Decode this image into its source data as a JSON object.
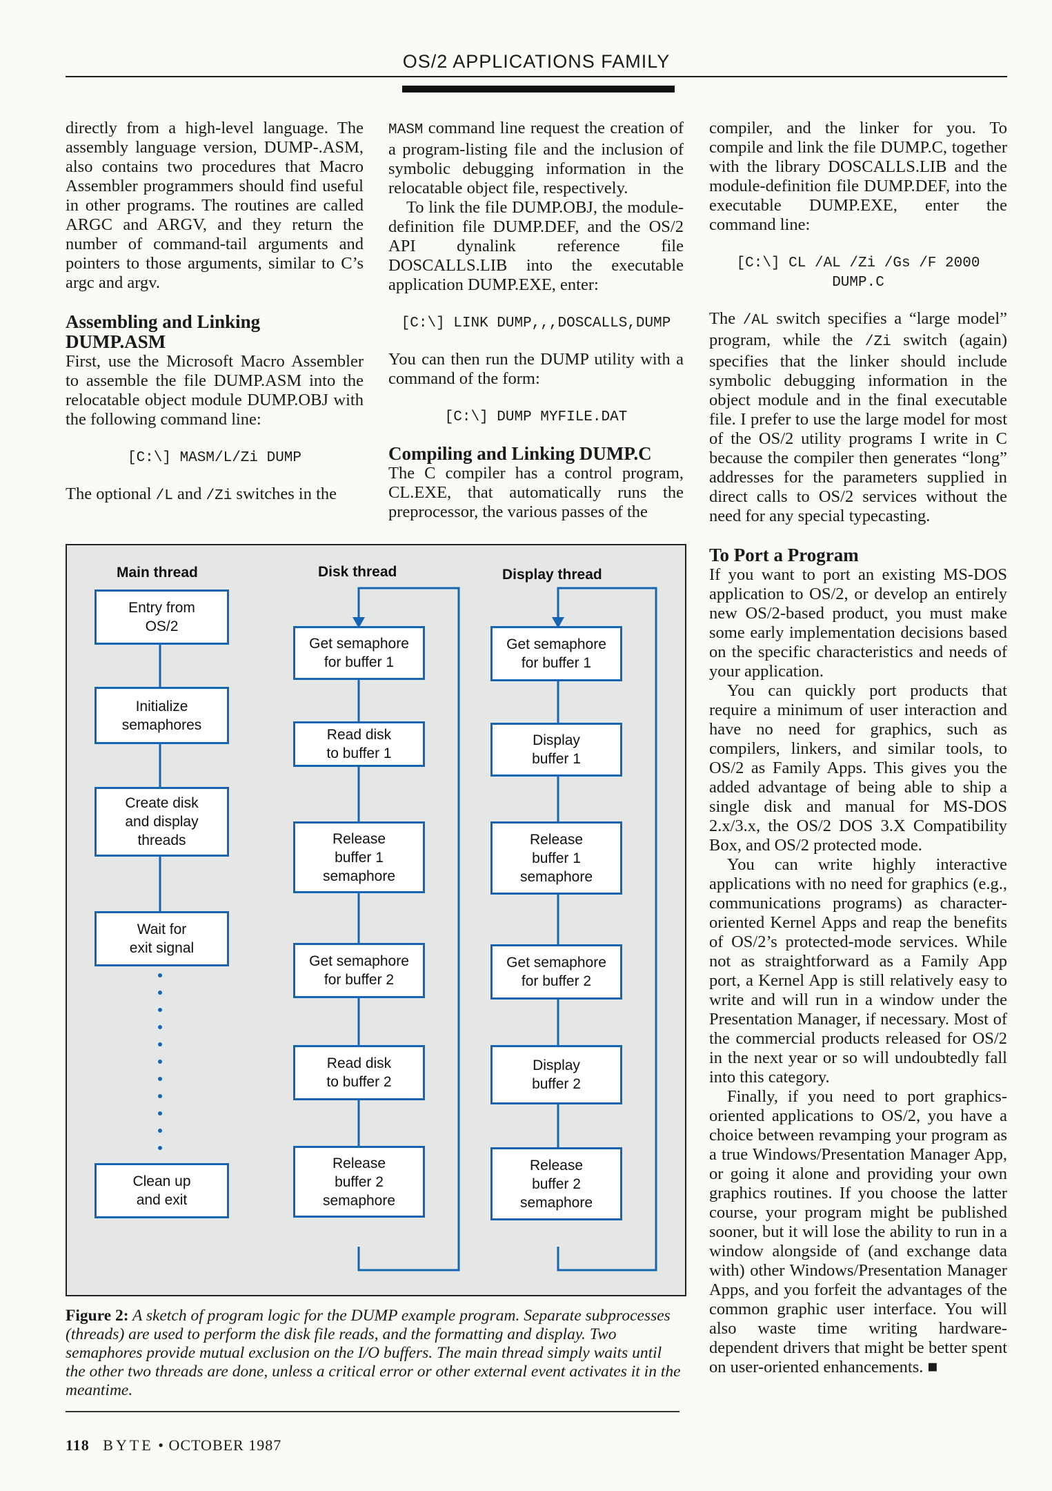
{
  "header": {
    "title": "OS/2 APPLICATIONS FAMILY"
  },
  "col1": {
    "p1": "directly from a high-level language. The assembly language version, DUMP-.ASM, also contains two procedures that Macro Assembler programmers should find useful in other programs. The routines are called ARGC and ARGV, and they return the number of command-tail arguments and pointers to those arguments, similar to C’s argc and argv.",
    "h_assemble": "Assembling and Linking DUMP.ASM",
    "p2": "First, use the Microsoft Macro Assembler to assemble the file DUMP.ASM into the relocatable object module DUMP.OBJ with the following command line:",
    "cmd1": "[C:\\] MASM/L/Zi DUMP",
    "p3_a": "The optional ",
    "p3_b": "/L",
    "p3_c": " and ",
    "p3_d": "/Zi",
    "p3_e": " switches in the"
  },
  "col2": {
    "p1_a": "MASM",
    "p1_b": " command line request the creation of a program-listing file and the inclusion of symbolic debugging information in the relocatable object file, respectively.",
    "p2": "To link the file DUMP.OBJ, the module-definition file DUMP.DEF, and the OS/2 API dynalink reference file DOSCALLS.LIB into the executable application DUMP.EXE, enter:",
    "cmd2": "[C:\\] LINK DUMP,,,DOSCALLS,DUMP",
    "p3": "You can then run the DUMP utility with a command of the form:",
    "cmd3": "[C:\\] DUMP MYFILE.DAT",
    "h_compile": "Compiling and Linking DUMP.C",
    "p4": "The C compiler has a control program, CL.EXE, that automatically runs the preprocessor, the various passes of the"
  },
  "col3": {
    "p1": "compiler, and the linker for you. To compile and link the file DUMP.C, together with the library DOSCALLS.LIB and the module-definition file DUMP.DEF, into the executable DUMP.EXE, enter the command line:",
    "cmd4a": "[C:\\] CL /AL /Zi /Gs /F 2000",
    "cmd4b": "DUMP.C",
    "p2_a": "The ",
    "p2_b": "/AL",
    "p2_c": " switch specifies a “large model” program, while the ",
    "p2_d": "/Zi",
    "p2_e": " switch (again) specifies that the linker should include symbolic debugging information in the object module and in the final executable file. I prefer to use the large model for most of the OS/2 utility programs I write in C because the compiler then generates “long” addresses for the parameters supplied in direct calls to OS/2 services without the need for any special typecasting.",
    "h_port": "To Port a Program",
    "p3": "If you want to port an existing MS-DOS application to OS/2, or develop an entirely new OS/2-based product, you must make some early implementation decisions based on the specific characteristics and needs of your application.",
    "p4": "You can quickly port products that require a minimum of user interaction and have no need for graphics, such as compilers, linkers, and similar tools, to OS/2 as Family Apps. This gives you the added advantage of being able to ship a single disk and manual for MS-DOS 2.x/3.x, the OS/2 DOS 3.X Compatibility Box, and OS/2 protected mode.",
    "p5": "You can write highly interactive applications with no need for graphics (e.g., communications programs) as character-oriented Kernel Apps and reap the benefits of OS/2’s protected-mode services. While not as straightforward as a Family App port, a Kernel App is still relatively easy to write and will run in a window under the Presentation Manager, if necessary. Most of the commercial products released for OS/2 in the next year or so will undoubtedly fall into this category.",
    "p6": "Finally, if you need to port graphics-oriented applications to OS/2, you have a choice between revamping your program as a true Windows/Presentation Manager App, or going it alone and providing your own graphics routines. If you choose the latter course, your program might be published sooner, but it will lose the ability to run in a window alongside of (and exchange data with) other Windows/Presentation Manager Apps, and you forfeit the advantages of the common graphic user interface. You will also waste time writing hardware-dependent drivers that might be better spent on user-oriented enhancements.",
    "end_mark": "■"
  },
  "figure": {
    "main_head": "Main thread",
    "disk_head": "Disk thread",
    "display_head": "Display thread",
    "main": [
      "Entry from\nOS/2",
      "Initialize\nsemaphores",
      "Create disk\nand display\nthreads",
      "Wait for\nexit signal",
      "Clean up\nand exit"
    ],
    "disk": [
      "Get semaphore\nfor buffer 1",
      "Read disk\nto buffer 1",
      "Release\nbuffer 1\nsemaphore",
      "Get semaphore\nfor buffer 2",
      "Read disk\nto buffer 2",
      "Release\nbuffer 2\nsemaphore"
    ],
    "display": [
      "Get semaphore\nfor buffer 1",
      "Display\nbuffer 1",
      "Release\nbuffer 1\nsemaphore",
      "Get semaphore\nfor buffer 2",
      "Display\nbuffer 2",
      "Release\nbuffer 2\nsemaphore"
    ],
    "line_color": "#1565b4"
  },
  "caption": {
    "label": "Figure 2:",
    "text": " A sketch of program logic for the DUMP example program. Separate subprocesses (threads) are used to perform the disk file reads, and the formatting and display. Two semaphores provide mutual exclusion on the I/O buffers. The main thread simply waits until the other two threads are done, unless a critical error or other external event activates it in the meantime."
  },
  "footer": {
    "page": "118",
    "magazine": "BYTE",
    "sep": "•",
    "date": "OCTOBER 1987"
  }
}
